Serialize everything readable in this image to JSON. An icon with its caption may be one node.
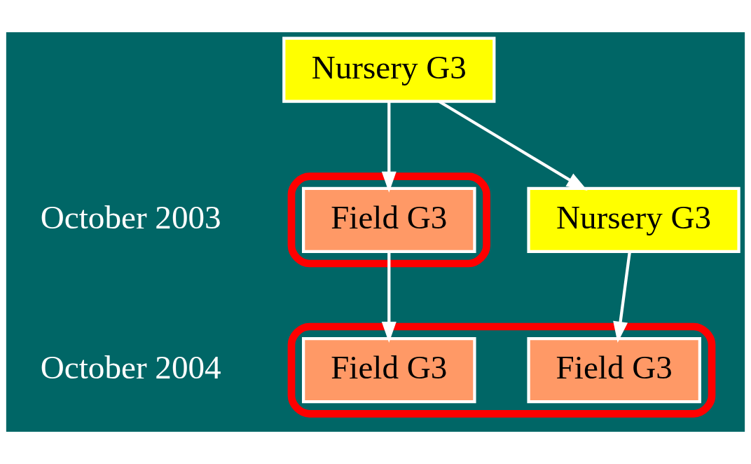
{
  "diagram": {
    "nodes": [
      {
        "text": [
          "Nursery G3"
        ]
      },
      {
        "text": [],
        "shape": "ellipse"
      },
      {
        "text": [
          "Field G3"
        ],
        "in": 1
      },
      {
        "text": [
          "Nursery G3"
        ]
      },
      {
        "text": [],
        "shape": "ellipse"
      },
      {
        "text": [
          "Field G3"
        ],
        "in": 4
      },
      {
        "text": [
          "Field G3"
        ],
        "in": 4
      }
    ],
    "edges": [
      {
        "from": 0,
        "to": 2,
        "arrow": "to"
      },
      {
        "from": 0,
        "to": 3,
        "arrow": "to"
      },
      {
        "from": 2,
        "to": 5,
        "arrow": "to"
      },
      {
        "from": 3,
        "to": 6,
        "arrow": "to"
      }
    ],
    "labels": [
      "October 2003",
      "October 2004"
    ]
  }
}
